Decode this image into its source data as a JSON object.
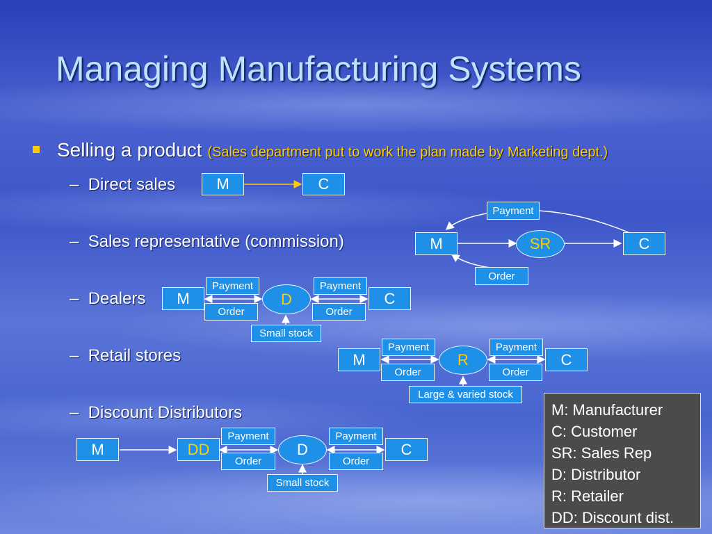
{
  "title": "Managing Manufacturing Systems",
  "bullet": {
    "main": "Selling a product",
    "note": "(Sales department put to work the plan made by Marketing dept.)"
  },
  "items": [
    {
      "prefix": "–",
      "label": "Direct sales"
    },
    {
      "prefix": "–",
      "label": "Sales representative (commission)"
    },
    {
      "prefix": "–",
      "label": "Dealers"
    },
    {
      "prefix": "–",
      "label": "Retail stores"
    },
    {
      "prefix": "–",
      "label": "Discount Distributors"
    }
  ],
  "nodes": {
    "m": "M",
    "c": "C",
    "sr": "SR",
    "d": "D",
    "r": "R",
    "dd": "DD"
  },
  "labels": {
    "payment": "Payment",
    "order": "Order",
    "small_stock": "Small stock",
    "large_stock": "Large & varied stock"
  },
  "legend": [
    "M: Manufacturer",
    "C: Customer",
    "SR: Sales Rep",
    "D: Distributor",
    "R: Retailer",
    "DD: Discount dist."
  ],
  "colors": {
    "box": "#1e90e8",
    "highlight": "#ffcc00",
    "title": "#bfe3ff",
    "legend_bg": "#4b4b4b"
  }
}
